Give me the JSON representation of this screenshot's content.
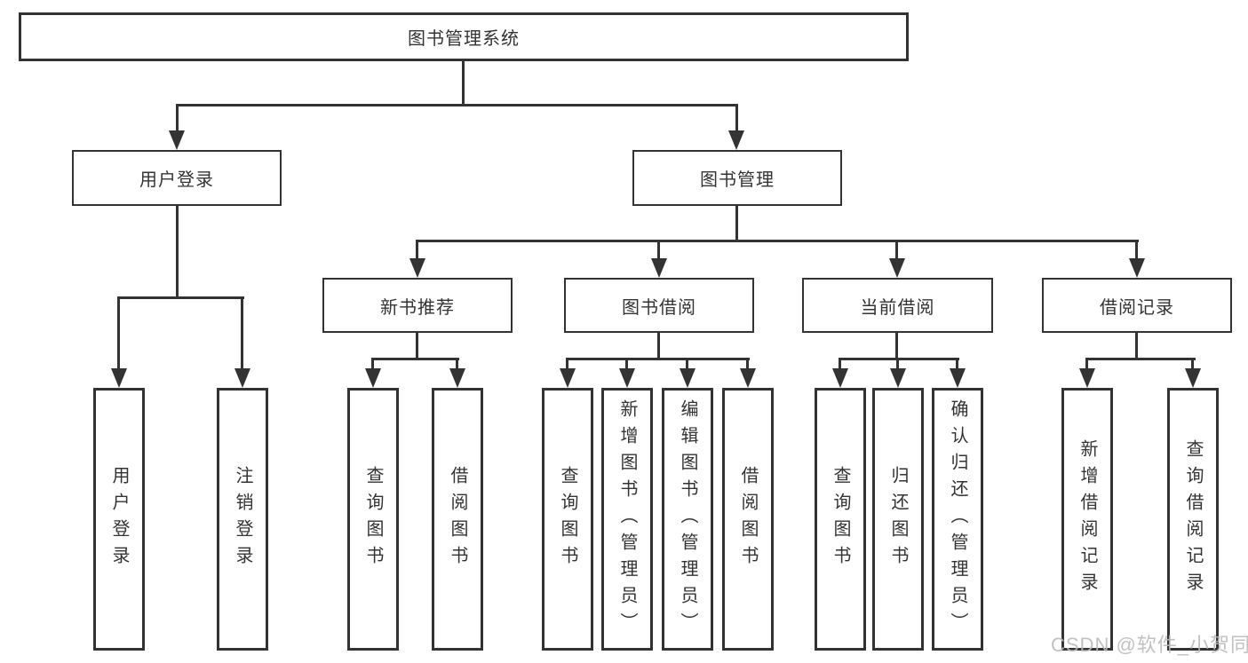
{
  "colors": {
    "line": "#333333",
    "text": "#333333",
    "background": "#ffffff",
    "watermark": "#bababa"
  },
  "watermark": {
    "text": "CSDN @软件_小贺同学"
  },
  "tree": {
    "root": {
      "label": "图书管理系统"
    },
    "branches": [
      {
        "label": "用户登录",
        "leaves": [
          {
            "label": "用户登录"
          },
          {
            "label": "注销登录"
          }
        ]
      },
      {
        "label": "图书管理",
        "groups": [
          {
            "label": "新书推荐",
            "leaves": [
              {
                "label": "查询图书"
              },
              {
                "label": "借阅图书"
              }
            ]
          },
          {
            "label": "图书借阅",
            "leaves": [
              {
                "label": "查询图书"
              },
              {
                "label": "新增图书（管理员）"
              },
              {
                "label": "编辑图书（管理员）"
              },
              {
                "label": "借阅图书"
              }
            ]
          },
          {
            "label": "当前借阅",
            "leaves": [
              {
                "label": "查询图书"
              },
              {
                "label": "归还图书"
              },
              {
                "label": "确认归还（管理员）"
              }
            ]
          },
          {
            "label": "借阅记录",
            "leaves": [
              {
                "label": "新增借阅记录"
              },
              {
                "label": "查询借阅记录"
              }
            ]
          }
        ]
      }
    ]
  }
}
